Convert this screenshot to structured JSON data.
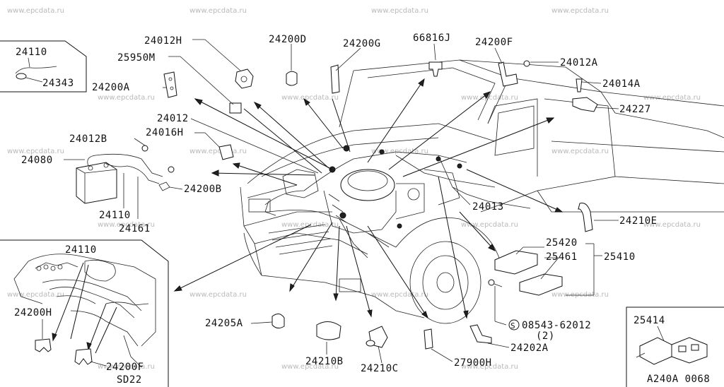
{
  "watermark": "www.epcdata.ru",
  "figure_code": "A240A 0068",
  "inset_left_bottom_sub": "SD22",
  "screw_part_qty": "(2)",
  "screw_marker": "S",
  "labels": {
    "p24110_tl": "24110",
    "p24343": "24343",
    "p24012H": "24012H",
    "p25950M": "25950M",
    "p24200A": "24200A",
    "p24200D": "24200D",
    "p24200G": "24200G",
    "p66816J": "66816J",
    "p24200F": "24200F",
    "p24012A": "24012A",
    "p24014A": "24014A",
    "p24227": "24227",
    "p24012": "24012",
    "p24016H": "24016H",
    "p24012B": "24012B",
    "p24080": "24080",
    "p24200B": "24200B",
    "p24110_mid": "24110",
    "p24161": "24161",
    "p24013": "24013",
    "p24210E": "24210E",
    "p25420": "25420",
    "p25461": "25461",
    "p25410": "25410",
    "p08543": "08543-62012",
    "p24110_bl": "24110",
    "p24200H": "24200H",
    "p24200F_bl": "24200F",
    "p24205A": "24205A",
    "p24210B": "24210B",
    "p24210C": "24210C",
    "p27900H": "27900H",
    "p24202A": "24202A",
    "p25414": "25414"
  }
}
